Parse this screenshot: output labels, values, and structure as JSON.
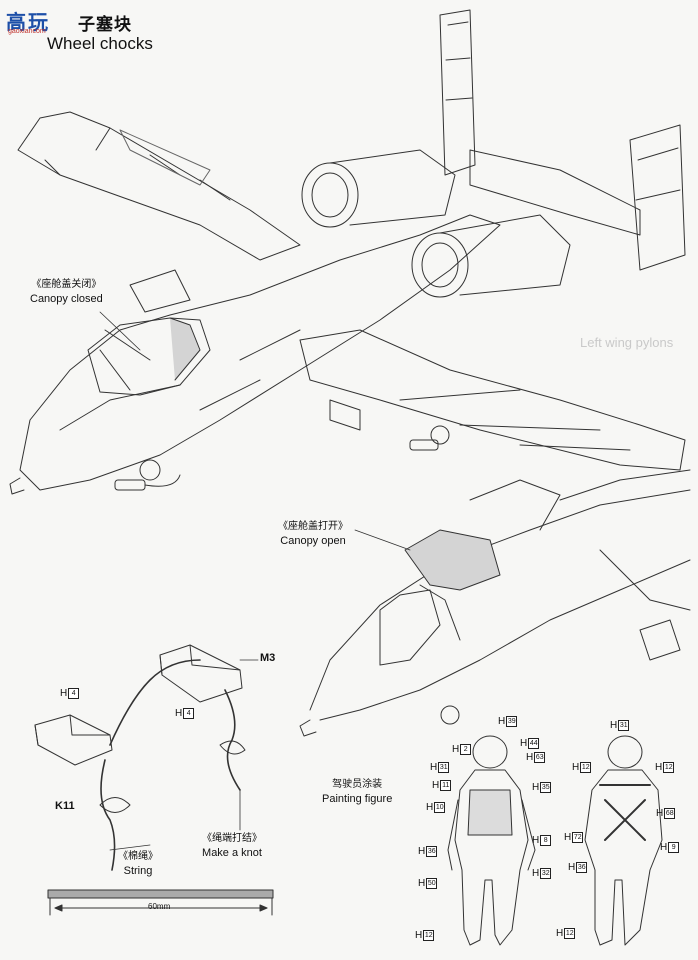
{
  "logo": {
    "char1": "高",
    "char2": "玩",
    "url": "gaoxiancom"
  },
  "title": {
    "zh": "子塞块",
    "en": "Wheel chocks"
  },
  "callouts": {
    "canopy_closed": {
      "zh": "《座舱盖关闭》",
      "en": "Canopy closed"
    },
    "canopy_open": {
      "zh": "《座舱盖打开》",
      "en": "Canopy open"
    },
    "make_knot": {
      "zh": "《绳端打结》",
      "en": "Make a knot"
    },
    "string": {
      "zh": "《棉绳》",
      "en": "String"
    },
    "painting": {
      "zh": "驾驶员涂装",
      "en": "Painting figure"
    }
  },
  "parts": {
    "m3": "M3",
    "k11": "K11",
    "h_prefix": "H",
    "h_chock_top": "4",
    "h_chock_mid": "4"
  },
  "string_length": "60mm",
  "ghost_text": {
    "left_wing_pylons": "Left wing pylons"
  },
  "figure_front_parts": [
    "2",
    "39",
    "44",
    "31",
    "11",
    "35",
    "10",
    "8",
    "36",
    "32",
    "50",
    "12",
    "63"
  ],
  "figure_back_parts": [
    "31",
    "12",
    "12",
    "68",
    "72",
    "36",
    "9",
    "12"
  ]
}
